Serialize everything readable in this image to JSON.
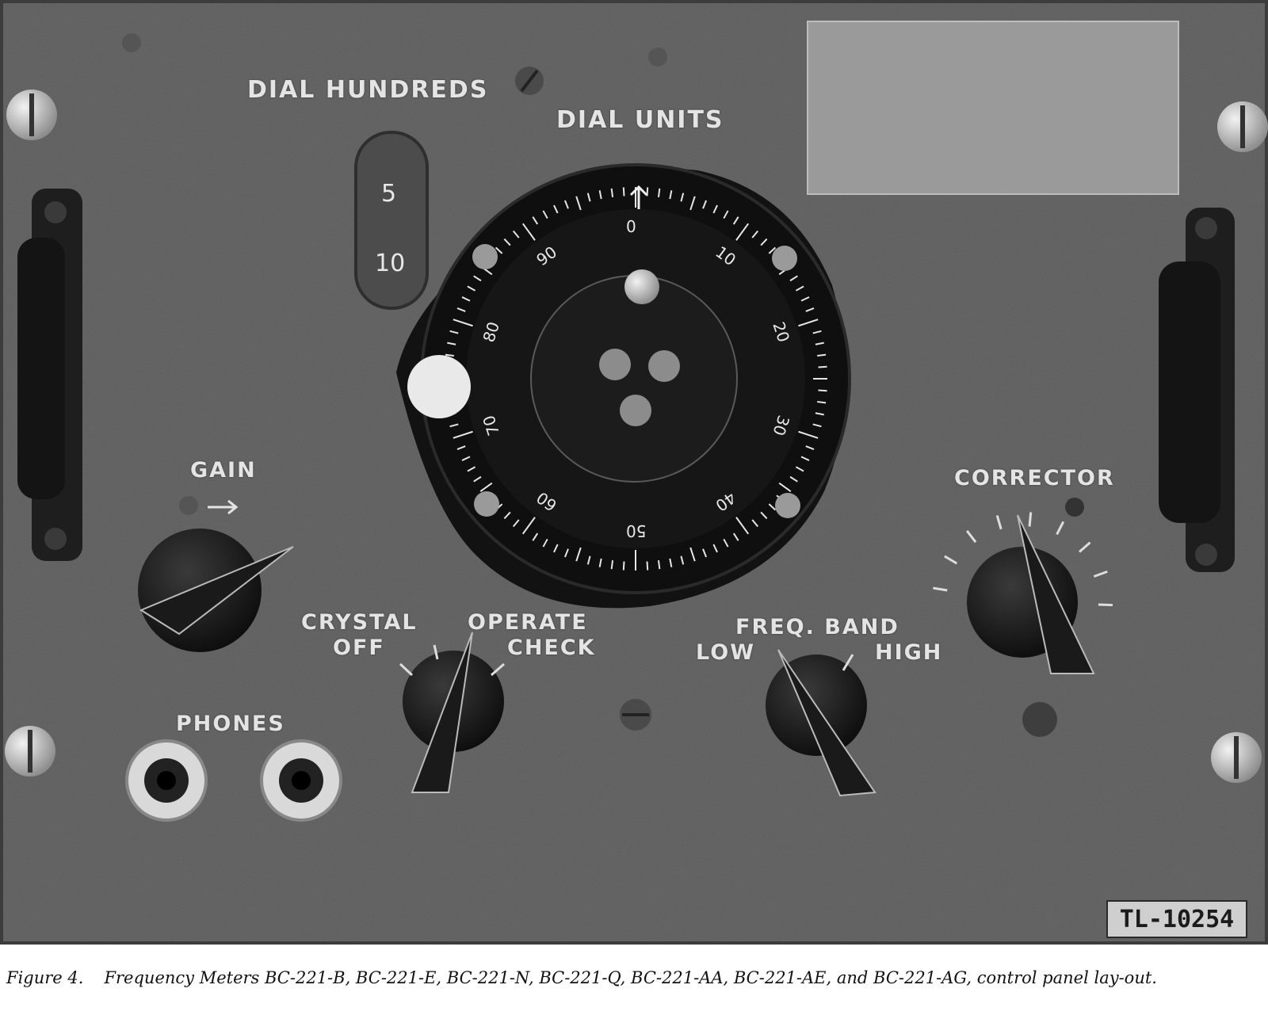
{
  "panel": {
    "dial_hundreds": "DIAL HUNDREDS",
    "dial_units": "DIAL UNITS",
    "gain": "GAIN",
    "corrector": "CORRECTOR",
    "crystal": "CRYSTAL",
    "off": "OFF",
    "operate": "OPERATE",
    "check": "CHECK",
    "freq_band": "FREQ. BAND",
    "low": "LOW",
    "high": "HIGH",
    "phones": "PHONES",
    "plate_id": "TL-10254"
  },
  "vernier_window": {
    "numbers": [
      "5",
      "10"
    ]
  },
  "dial": {
    "numbers": [
      "0",
      "10",
      "20",
      "30",
      "40",
      "50",
      "60",
      "70",
      "80",
      "90"
    ]
  },
  "caption": {
    "figure": "Figure 4.",
    "text": "Frequency Meters BC-221-B, BC-221-E, BC-221-N, BC-221-Q, BC-221-AA, BC-221-AE, and BC-221-AG, control panel lay-out."
  }
}
